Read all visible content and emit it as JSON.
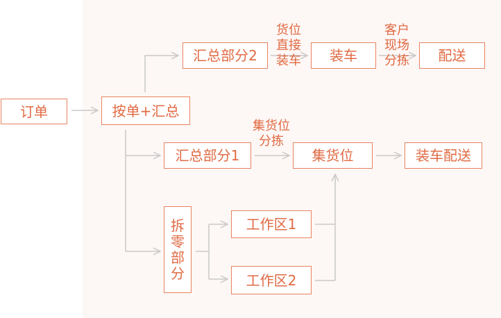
{
  "nodes": {
    "order": "订单",
    "hub": "按单+汇总",
    "summary2": "汇总部分2",
    "load_truck": "装车",
    "deliver": "配送",
    "summary1": "汇总部分1",
    "staging": "集货位",
    "load_deliver": "装车配送",
    "split_chars": [
      "拆",
      "零",
      "部",
      "分"
    ],
    "zone1": "工作区1",
    "zone2": "工作区2"
  },
  "edge_labels": {
    "direct_load": [
      "货位",
      "直接",
      "装车"
    ],
    "customer_sort": [
      "客户",
      "现场",
      "分拣"
    ],
    "staging_sort": [
      "集货位",
      "分拣"
    ]
  },
  "colors": {
    "accent": "#e06a43",
    "border": "#e8825f",
    "line": "#c9c9c9",
    "panel": "#fdf7f5"
  }
}
